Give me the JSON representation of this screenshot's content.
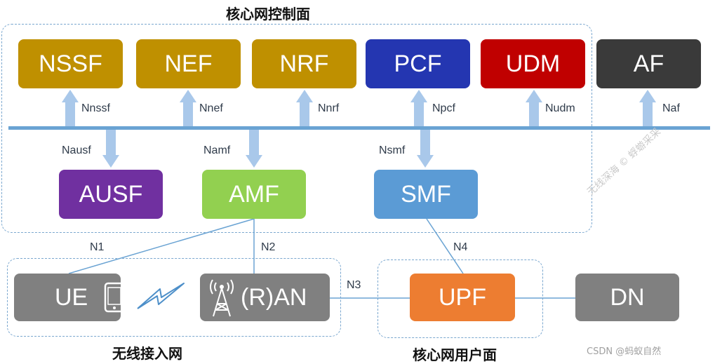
{
  "regions": {
    "control_plane": "核心网控制面",
    "radio_access": "无线接入网",
    "user_plane": "核心网用户面"
  },
  "colors": {
    "gold": "#bf9000",
    "blue": "#2436b1",
    "red": "#c00000",
    "dark": "#3a3a3a",
    "purple": "#7030a0",
    "green": "#92d050",
    "light_blue": "#5b9bd5",
    "grey": "#808080",
    "orange": "#ed7d31",
    "bus": "#6aa3d3"
  },
  "nodes": {
    "nssf": "NSSF",
    "nef": "NEF",
    "nrf": "NRF",
    "pcf": "PCF",
    "udm": "UDM",
    "af": "AF",
    "ausf": "AUSF",
    "amf": "AMF",
    "smf": "SMF",
    "ue": "UE",
    "ran": "(R)AN",
    "upf": "UPF",
    "dn": "DN"
  },
  "interfaces": {
    "nnssf": "Nnssf",
    "nnef": "Nnef",
    "nnrf": "Nnrf",
    "npcf": "Npcf",
    "nudm": "Nudm",
    "naf": "Naf",
    "nausf": "Nausf",
    "namf": "Namf",
    "nsmf": "Nsmf",
    "n1": "N1",
    "n2": "N2",
    "n3": "N3",
    "n4": "N4"
  },
  "watermarks": {
    "diagonal": "无线深海  © 蜉蝣采采",
    "csdn": "CSDN @蚂蚁自然"
  }
}
